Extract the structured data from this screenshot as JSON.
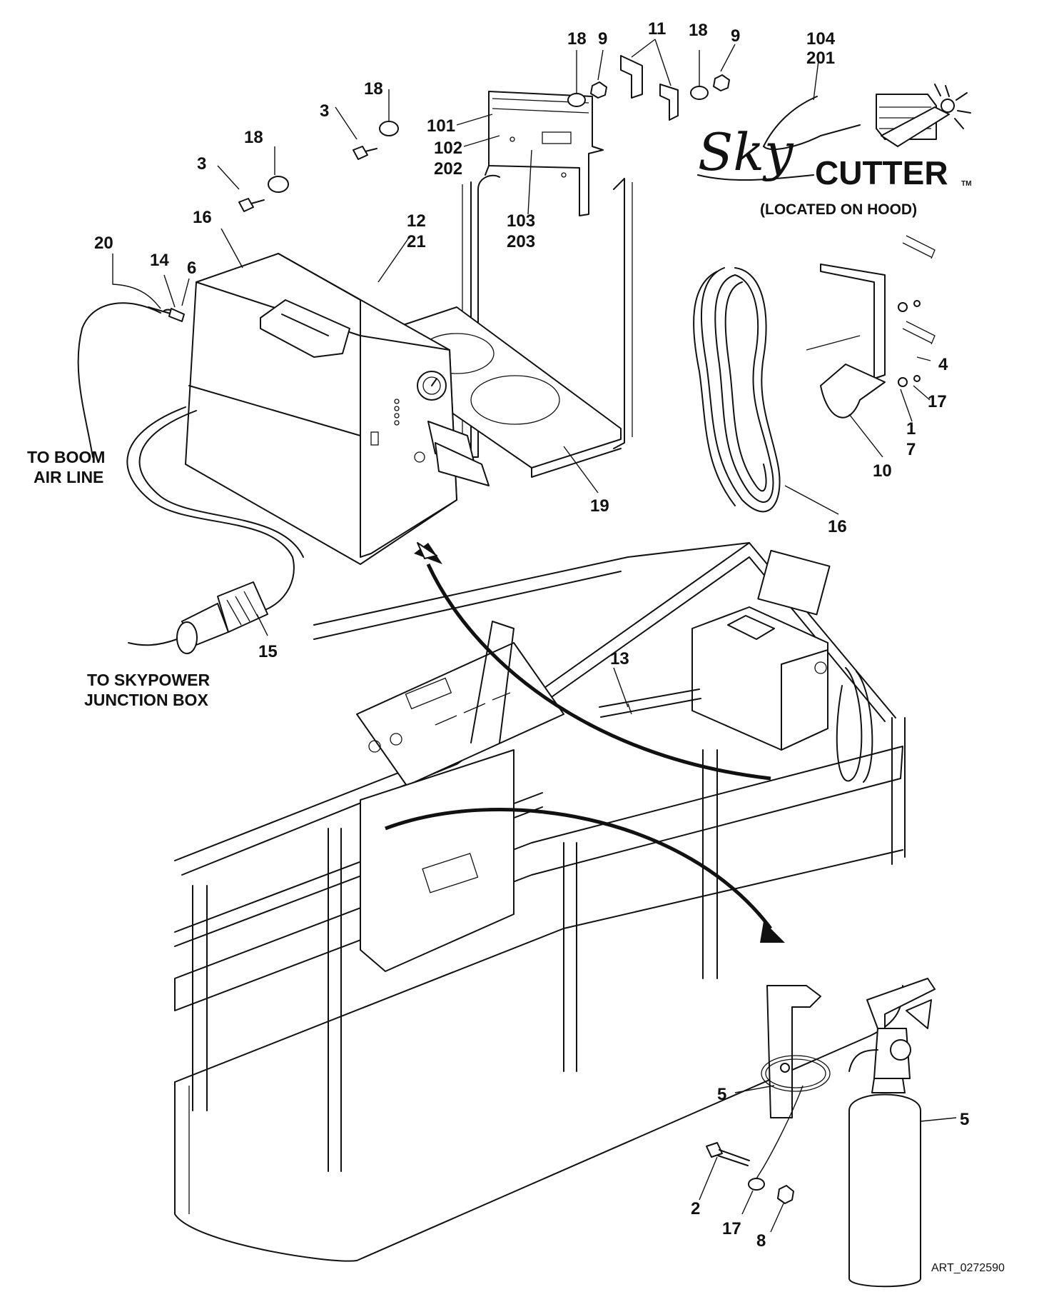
{
  "logo": {
    "word_sky": "Sky",
    "word_cutter": "CUTTER",
    "trademark": "TM",
    "note": "(LOCATED ON HOOD)"
  },
  "notes": {
    "boom_air": [
      "TO BOOM",
      "AIR LINE"
    ],
    "junction": [
      "TO SKYPOWER",
      "JUNCTION BOX"
    ]
  },
  "art_id": "ART_0272590",
  "callouts": {
    "c104": "104",
    "c201": "201",
    "c18a": "18",
    "c9a": "9",
    "c11": "11",
    "c18b": "18",
    "c9b": "9",
    "c18c": "18",
    "c3a": "3",
    "c101": "101",
    "c102": "102",
    "c202": "202",
    "c18d": "18",
    "c3b": "3",
    "c103": "103",
    "c203": "203",
    "c16a": "16",
    "c12": "12",
    "c21": "21",
    "c20": "20",
    "c14": "14",
    "c6": "6",
    "c4": "4",
    "c17a": "17",
    "c1": "1",
    "c7": "7",
    "c10": "10",
    "c19": "19",
    "c16b": "16",
    "c15": "15",
    "c13": "13",
    "c5a": "5",
    "c5b": "5",
    "c2": "2",
    "c17b": "17",
    "c8": "8"
  },
  "colors": {
    "ink": "#111111",
    "paper": "#ffffff"
  }
}
